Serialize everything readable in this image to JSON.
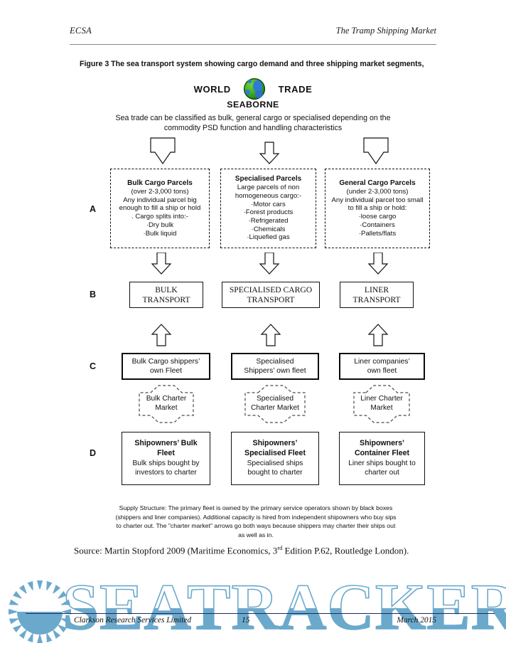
{
  "header": {
    "left": "ECSA",
    "right": "The Tramp Shipping Market"
  },
  "figure": {
    "caption": "Figure 3 The sea transport system showing cargo demand and three shipping market segments,",
    "world_label": "WORLD",
    "trade_label": "TRADE",
    "globe_icon": "globe-earth-icon",
    "seaborne_label": "SEABORNE",
    "blurb": "Sea trade can be classified as bulk, general cargo or specialised depending on the commodity PSD function and handling characteristics"
  },
  "row_labels": {
    "a": "A",
    "b": "B",
    "c": "C",
    "d": "D"
  },
  "row_a": [
    {
      "title": "Bulk Cargo Parcels",
      "lines": [
        "(over 2-3,000 tons)",
        "Any individual parcel  big",
        "enough to fill a ship or hold",
        ". Cargo splits into:-",
        "·Dry bulk",
        "·Bulk liquid"
      ]
    },
    {
      "title": "Specialised Parcels",
      "lines": [
        "Large parcels of non",
        "homogeneous cargo:-",
        "·Motor cars",
        "·Forest products",
        "·Refrigerated",
        "·Chemicals",
        "·Liquefied gas"
      ]
    },
    {
      "title": "General Cargo Parcels",
      "lines": [
        "(under 2-3,000 tons)",
        "Any individual parcel too small",
        "to fill a ship or hold:",
        "·loose cargo",
        "·Containers",
        "·Pallets/flats"
      ]
    }
  ],
  "row_b": [
    {
      "lines": [
        "BULK",
        "TRANSPORT"
      ]
    },
    {
      "lines": [
        "SPECIALISED CARGO",
        "TRANSPORT"
      ]
    },
    {
      "lines": [
        "LINER",
        "TRANSPORT"
      ]
    }
  ],
  "row_c": [
    {
      "lines": [
        "Bulk Cargo shippers’",
        "own Fleet"
      ]
    },
    {
      "lines": [
        "Specialised",
        "Shippers’ own fleet"
      ]
    },
    {
      "lines": [
        "Liner companies’",
        "own fleet"
      ]
    }
  ],
  "charter_markets": [
    {
      "lines": [
        "Bulk Charter",
        "Market"
      ]
    },
    {
      "lines": [
        "Specialised",
        "Charter Market"
      ]
    },
    {
      "lines": [
        "Liner Charter",
        "Market"
      ]
    }
  ],
  "row_d": [
    {
      "title_lines": [
        "Shipowners’ Bulk",
        "Fleet"
      ],
      "lines": [
        "Bulk ships bought by",
        "investors to charter"
      ]
    },
    {
      "title_lines": [
        "Shipowners’",
        "Specialised Fleet"
      ],
      "lines": [
        "Specialised ships",
        "bought to charter"
      ]
    },
    {
      "title_lines": [
        "Shipowners’",
        "Container Fleet"
      ],
      "lines": [
        "Liner ships bought to",
        "charter out"
      ]
    }
  ],
  "supply_note": "Supply Structure: The primary fleet is owned by the primary service operators shown by black boxes (shippers and liner companies). Additional capacity is hired from independent shipowners who buy sips to charter out. The \"charter market\" arrows go both ways because shippers may charter their ships out as well as in.",
  "source": {
    "prefix": "Source: Martin Stopford 2009 (Maritime Economics, 3",
    "sup": "rd",
    "suffix": " Edition P.62, Routledge London)."
  },
  "footer": {
    "left": "Clarkson Research Services Limited",
    "page": "15",
    "right": "March 2015"
  },
  "watermark": {
    "text": "SEATRACKER.RU",
    "color": "#6ba9cc",
    "logo_icon": "sunburst-logo-icon"
  }
}
